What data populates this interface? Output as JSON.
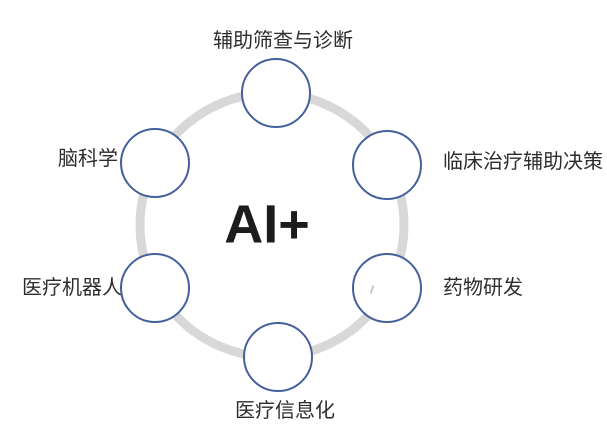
{
  "diagram": {
    "center_label": "AI+",
    "nodes": [
      {
        "id": "assisted-screening-diagnosis",
        "label": "辅助筛查与诊断",
        "position": "top"
      },
      {
        "id": "clinical-decision-support",
        "label": "临床治疗辅助决策",
        "position": "top-right"
      },
      {
        "id": "drug-development",
        "label": "药物研发",
        "position": "bottom-right"
      },
      {
        "id": "medical-informatization",
        "label": "医疗信息化",
        "position": "bottom"
      },
      {
        "id": "medical-robots",
        "label": "医疗机器人",
        "position": "bottom-left"
      },
      {
        "id": "brain-science",
        "label": "脑科学",
        "position": "top-left"
      }
    ],
    "colors": {
      "background": "#ffffff",
      "ring": "#d8d8d8",
      "node_border": "#44609c",
      "node_fill": "#ffffff",
      "center_text": "#1c1c1c",
      "label_text": "#2d2d2d"
    }
  }
}
